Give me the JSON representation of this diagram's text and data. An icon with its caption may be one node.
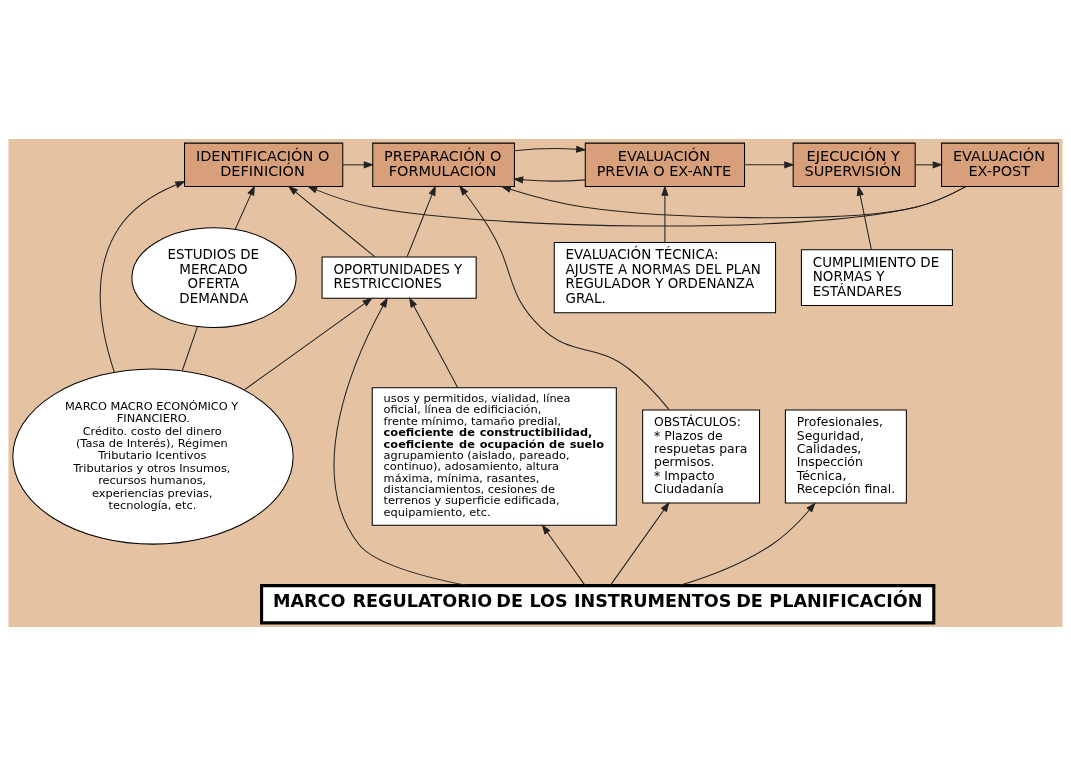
{
  "diagram": {
    "nodes": [
      {
        "text": [
          "IDENTIFICACIÓN O DEFINICIÓN"
        ]
      },
      {
        "text": [
          "PREPARACIÓN O FORMULACIÓN"
        ]
      },
      {
        "text": [
          "EVALUACIÓN PREVIA O EX-ANTE"
        ]
      },
      {
        "text": [
          "EJECUCIÓN Y SUPERVISIÓN"
        ]
      },
      {
        "text": [
          "EVALUACIÓN EX-POST"
        ]
      },
      {
        "text": [
          "ESTUDIOS DE MERCADO OFERTA DEMANDA"
        ]
      },
      {
        "text": [
          "OPORTUNIDADES Y RESTRICCIONES"
        ]
      },
      {
        "text": [
          "OBSTÁCULOS:",
          "* Plazos de respuetas para permisos.",
          "* Impacto Ciudadanía"
        ]
      },
      {
        "text": [
          "EVALUACIÓN TÉCNICA: AJUSTE A NORMAS DEL PLAN REGULADOR Y ORDENANZA GRAL."
        ]
      },
      {
        "text": [
          "CUMPLIMIENTO DE NORMAS Y ESTÁNDARES"
        ]
      },
      {
        "text": [
          "usos y permitidos, vialidad, línea oficial, línea de edificiación, frente mínimo, tamaño predial, **coeficiente de constructibilidad, coeficiente de ocupación de suelo** agrupamiento (aislado, pareado, continuo), adosamiento, altura máxima, mínima, rasantes, distanciamientos, cesiones de terrenos y superficie edificada, equipamiento, etc."
        ]
      },
      {
        "text": [
          "Profesionales, Seguridad, Calidades, Inspección Técnica, Recepción final."
        ]
      },
      {
        "text": [
          "MARCO MACRO ECONÓMICO Y FINANCIERO.",
          "Crédito. costo del dinero (Tasa de Interés), Régimen Tributario Icentivos Tributarios y otros Insumos, recursos humanos, experiencias previas, tecnología, etc."
        ]
      },
      {
        "text": [
          "MARCO REGULATORIO DE LOS INSTRUMENTOS DE PLANIFICACIÓN"
        ]
      }
    ],
    "edges": [
      {
        "from": 0,
        "to": 1,
        "arrow": "to"
      },
      {
        "from": 1,
        "to": 2,
        "arrow": "to"
      },
      {
        "from": 2,
        "to": 3,
        "arrow": "to"
      },
      {
        "from": 3,
        "to": 4,
        "arrow": "to"
      },
      {
        "from": 4,
        "to": 0,
        "arrow": "to"
      },
      {
        "from": 4,
        "to": 1,
        "arrow": "to"
      },
      {
        "from": 2,
        "to": 1,
        "arrow": "to"
      },
      {
        "from": 5,
        "to": 0,
        "arrow": "to"
      },
      {
        "from": 12,
        "to": 5,
        "arrow": "none"
      },
      {
        "from": 12,
        "to": 0,
        "arrow": "to"
      },
      {
        "from": 6,
        "to": 0,
        "arrow": "to"
      },
      {
        "from": 6,
        "to": 1,
        "arrow": "to"
      },
      {
        "from": 7,
        "to": 1,
        "arrow": "to"
      },
      {
        "from": 12,
        "to": 6,
        "arrow": "to"
      },
      {
        "from": 13,
        "to": 6,
        "arrow": "to"
      },
      {
        "from": 10,
        "to": 6,
        "arrow": "to"
      },
      {
        "from": 13,
        "to": 7,
        "arrow": "to"
      },
      {
        "from": 13,
        "to": 10,
        "arrow": "to"
      },
      {
        "from": 8,
        "to": 2,
        "arrow": "to"
      },
      {
        "from": 9,
        "to": 3,
        "arrow": "to"
      },
      {
        "from": 13,
        "to": 11,
        "arrow": "to"
      }
    ]
  }
}
